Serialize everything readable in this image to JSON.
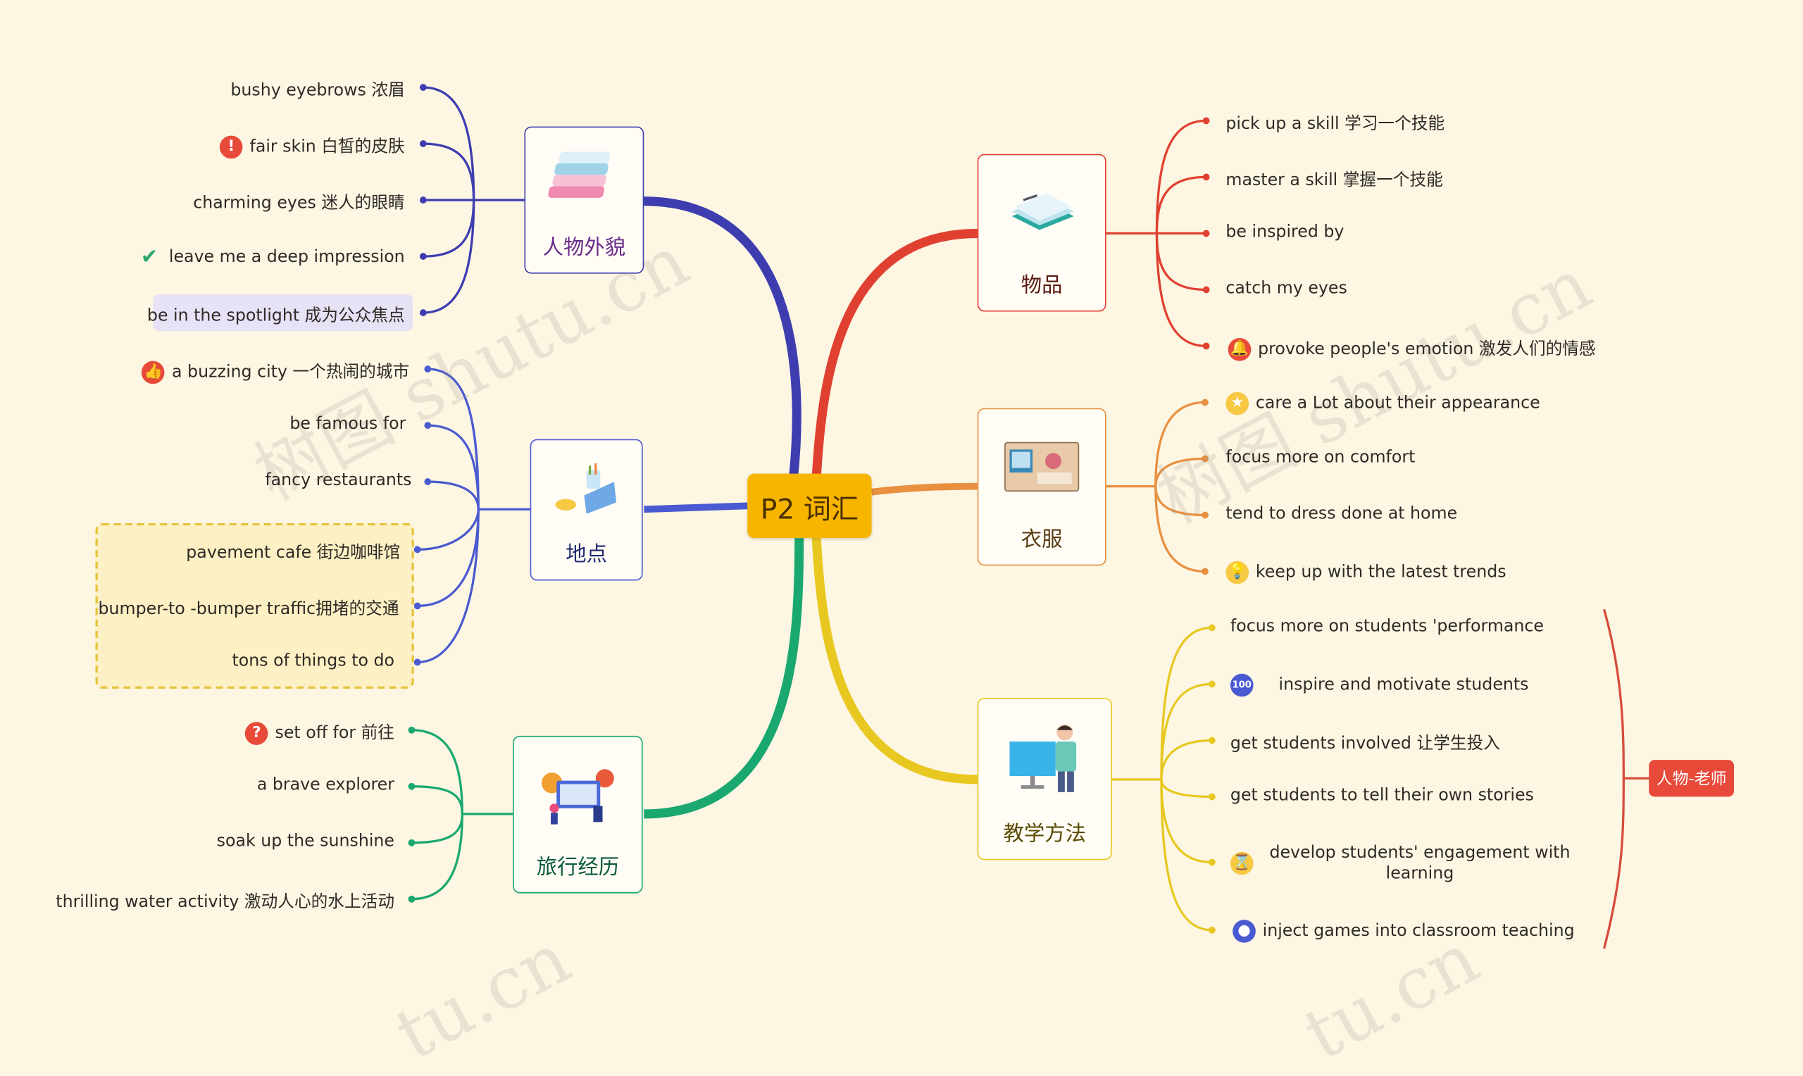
{
  "center": {
    "label": "P2 词汇"
  },
  "watermark": "树图 shutu.cn",
  "topics": {
    "appearance": {
      "label": "人物外貌",
      "color": "#3d3db0",
      "items": [
        "bushy eyebrows 浓眉",
        "fair skin 白皙的皮肤",
        "charming eyes 迷人的眼睛",
        "leave me a deep impression",
        "be in the spotlight 成为公众焦点"
      ]
    },
    "place": {
      "label": "地点",
      "color": "#4a5ad0",
      "items": [
        "a buzzing city 一个热闹的城市",
        "be famous for",
        "fancy restaurants",
        "pavement cafe 街边咖啡馆",
        "bumper-to -bumper traffic拥堵的交通",
        "tons of things to do"
      ]
    },
    "travel": {
      "label": "旅行经历",
      "color": "#1aa870",
      "items": [
        "set off for 前往",
        "a brave explorer",
        "soak up the sunshine",
        "thrilling water activity 激动人心的水上活动"
      ]
    },
    "objects": {
      "label": "物品",
      "color": "#e04030",
      "items": [
        "pick up a skill 学习一个技能",
        "master a skill 掌握一个技能",
        "be inspired by",
        "catch my eyes",
        "provoke people's emotion 激发人们的情感"
      ]
    },
    "clothes": {
      "label": "衣服",
      "color": "#e89040",
      "items": [
        "care a  Lot about their appearance",
        "focus more on comfort",
        "tend to dress done at home",
        "keep up with the latest trends"
      ]
    },
    "teaching": {
      "label": "教学方法",
      "color": "#e8c820",
      "items": [
        "focus more on students 'performance",
        "inspire and motivate students",
        "get students involved 让学生投入",
        "get students to tell their own stories",
        "develop students' engagement with",
        "learning",
        "inject games into classroom teaching"
      ],
      "summary": "人物-老师"
    }
  }
}
